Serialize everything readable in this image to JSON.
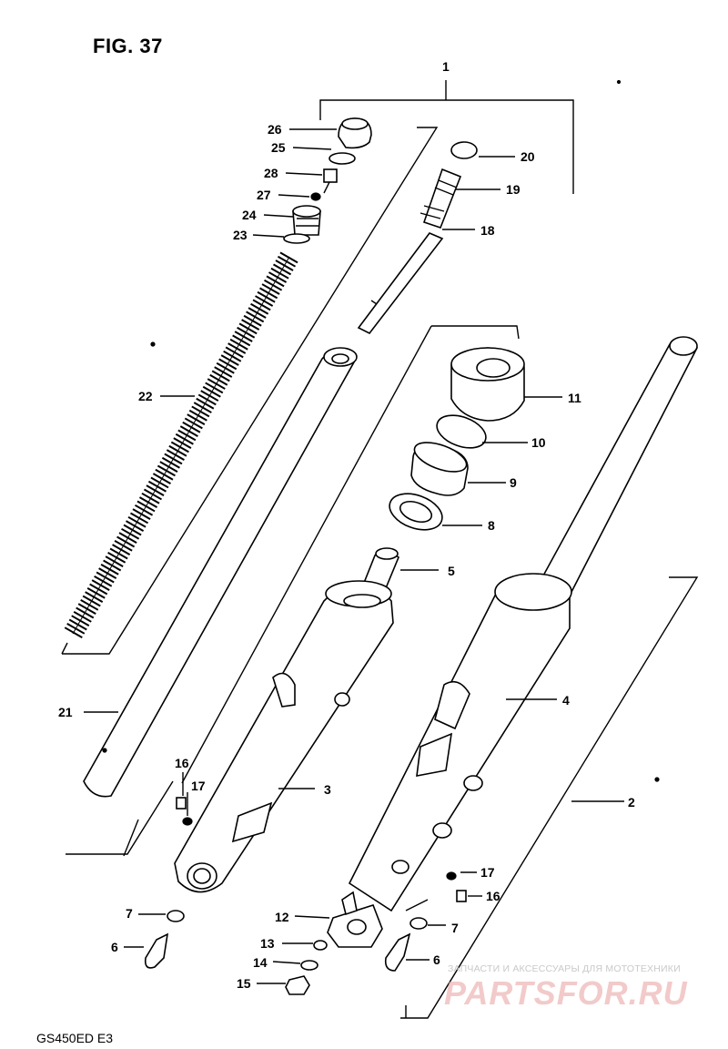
{
  "figure": {
    "title": "FIG. 37",
    "model": "GS450ED  E3"
  },
  "callouts": [
    {
      "id": "c1",
      "text": "1"
    },
    {
      "id": "c2",
      "text": "2"
    },
    {
      "id": "c3",
      "text": "3"
    },
    {
      "id": "c4",
      "text": "4"
    },
    {
      "id": "c5",
      "text": "5"
    },
    {
      "id": "c6a",
      "text": "6"
    },
    {
      "id": "c6b",
      "text": "6"
    },
    {
      "id": "c7a",
      "text": "7"
    },
    {
      "id": "c7b",
      "text": "7"
    },
    {
      "id": "c8",
      "text": "8"
    },
    {
      "id": "c9",
      "text": "9"
    },
    {
      "id": "c10",
      "text": "10"
    },
    {
      "id": "c11",
      "text": "11"
    },
    {
      "id": "c12",
      "text": "12"
    },
    {
      "id": "c13",
      "text": "13"
    },
    {
      "id": "c14",
      "text": "14"
    },
    {
      "id": "c15",
      "text": "15"
    },
    {
      "id": "c16a",
      "text": "16"
    },
    {
      "id": "c16b",
      "text": "16"
    },
    {
      "id": "c17a",
      "text": "17"
    },
    {
      "id": "c17b",
      "text": "17"
    },
    {
      "id": "c18",
      "text": "18"
    },
    {
      "id": "c19",
      "text": "19"
    },
    {
      "id": "c20",
      "text": "20"
    },
    {
      "id": "c21",
      "text": "21"
    },
    {
      "id": "c22",
      "text": "22"
    },
    {
      "id": "c23",
      "text": "23"
    },
    {
      "id": "c24",
      "text": "24"
    },
    {
      "id": "c25",
      "text": "25"
    },
    {
      "id": "c26",
      "text": "26"
    },
    {
      "id": "c27",
      "text": "27"
    },
    {
      "id": "c28",
      "text": "28"
    }
  ],
  "watermark": {
    "caption": "ЗАПЧАСТИ И АКСЕССУАРЫ ДЛЯ МОТОТЕХНИКИ",
    "brand": "PARTSFOR.RU",
    "brand_color": "#e8a0a0"
  }
}
